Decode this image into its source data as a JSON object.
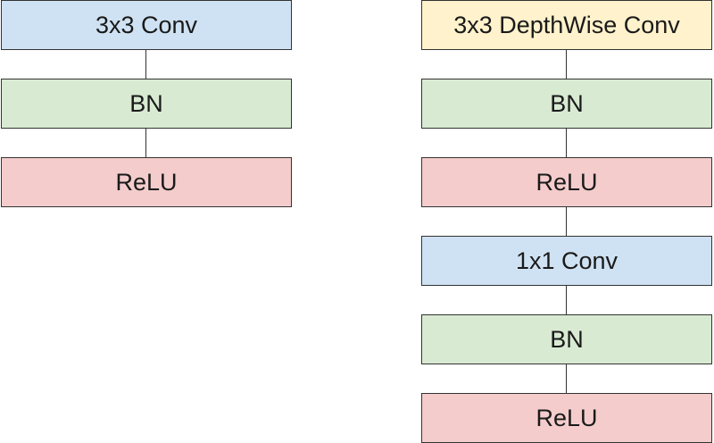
{
  "standard_block": {
    "layers": [
      {
        "label": "3x3 Conv",
        "kind": "conv"
      },
      {
        "label": "BN",
        "kind": "bn"
      },
      {
        "label": "ReLU",
        "kind": "relu"
      }
    ]
  },
  "depthwise_separable_block": {
    "layers": [
      {
        "label": "3x3 DepthWise Conv",
        "kind": "depthwise"
      },
      {
        "label": "BN",
        "kind": "bn"
      },
      {
        "label": "ReLU",
        "kind": "relu"
      },
      {
        "label": "1x1 Conv",
        "kind": "conv"
      },
      {
        "label": "BN",
        "kind": "bn"
      },
      {
        "label": "ReLU",
        "kind": "relu"
      }
    ]
  },
  "colors": {
    "conv": "#cfe2f3",
    "depthwise": "#fff2cc",
    "bn": "#d9ead3",
    "relu": "#f4cccc",
    "border": "#333333"
  }
}
